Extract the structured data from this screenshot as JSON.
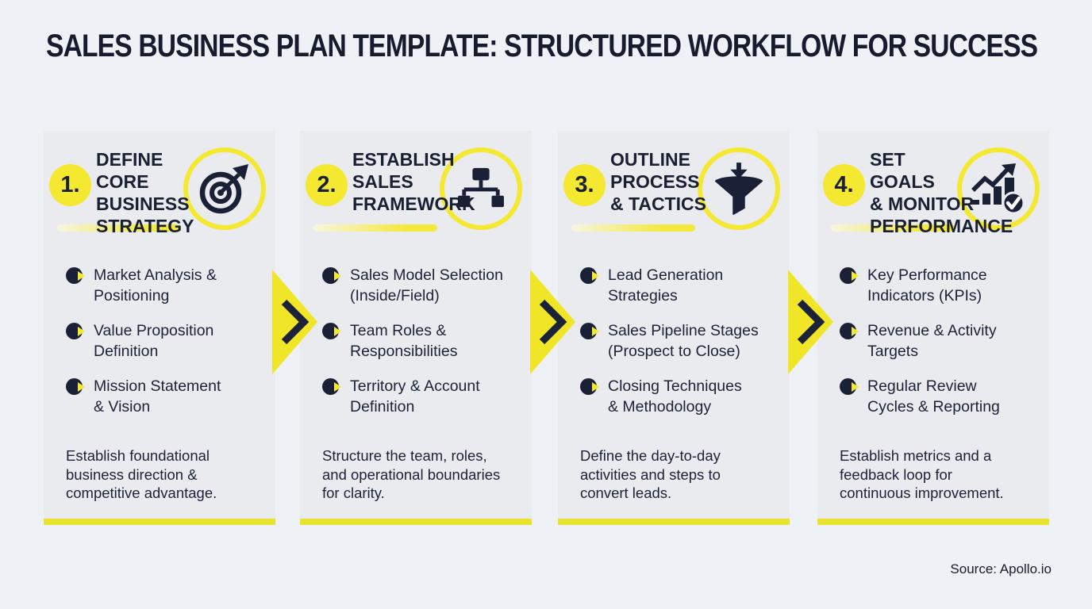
{
  "title": "SALES BUSINESS PLAN TEMPLATE: STRUCTURED WORKFLOW FOR SUCCESS",
  "source": "Source: Apollo.io",
  "colors": {
    "accent_yellow": "#F4E831",
    "dark_navy": "#1A2035",
    "card_background": "#E9EBEF",
    "page_background": "#EEF1F6"
  },
  "steps": [
    {
      "number": "1.",
      "title": "DEFINE CORE\nBUSINESS\nSTRATEGY",
      "icon": "target-icon",
      "bullets": [
        "Market Analysis &\nPositioning",
        "Value Proposition\nDefinition",
        "Mission Statement\n& Vision"
      ],
      "description": "Establish foundational\nbusiness direction &\ncompetitive advantage."
    },
    {
      "number": "2.",
      "title": "ESTABLISH\nSALES\nFRAMEWORK",
      "icon": "org-chart-icon",
      "bullets": [
        "Sales Model Selection\n(Inside/Field)",
        "Team Roles &\nResponsibilities",
        "Territory & Account\nDefinition"
      ],
      "description": "Structure the team, roles,\nand operational boundaries\nfor clarity."
    },
    {
      "number": "3.",
      "title": "OUTLINE\nPROCESS\n& TACTICS",
      "icon": "funnel-icon",
      "bullets": [
        "Lead Generation\nStrategies",
        "Sales Pipeline Stages\n(Prospect to Close)",
        "Closing Techniques\n& Methodology"
      ],
      "description": "Define the day-to-day\nactivities and steps to\nconvert leads."
    },
    {
      "number": "4.",
      "title": "SET GOALS\n& MONITOR\nPERFORMANCE",
      "icon": "growth-chart-icon",
      "bullets": [
        "Key Performance\nIndicators (KPIs)",
        "Revenue & Activity\nTargets",
        "Regular Review\nCycles & Reporting"
      ],
      "description": "Establish metrics and a\nfeedback loop for\ncontinuous improvement."
    }
  ]
}
